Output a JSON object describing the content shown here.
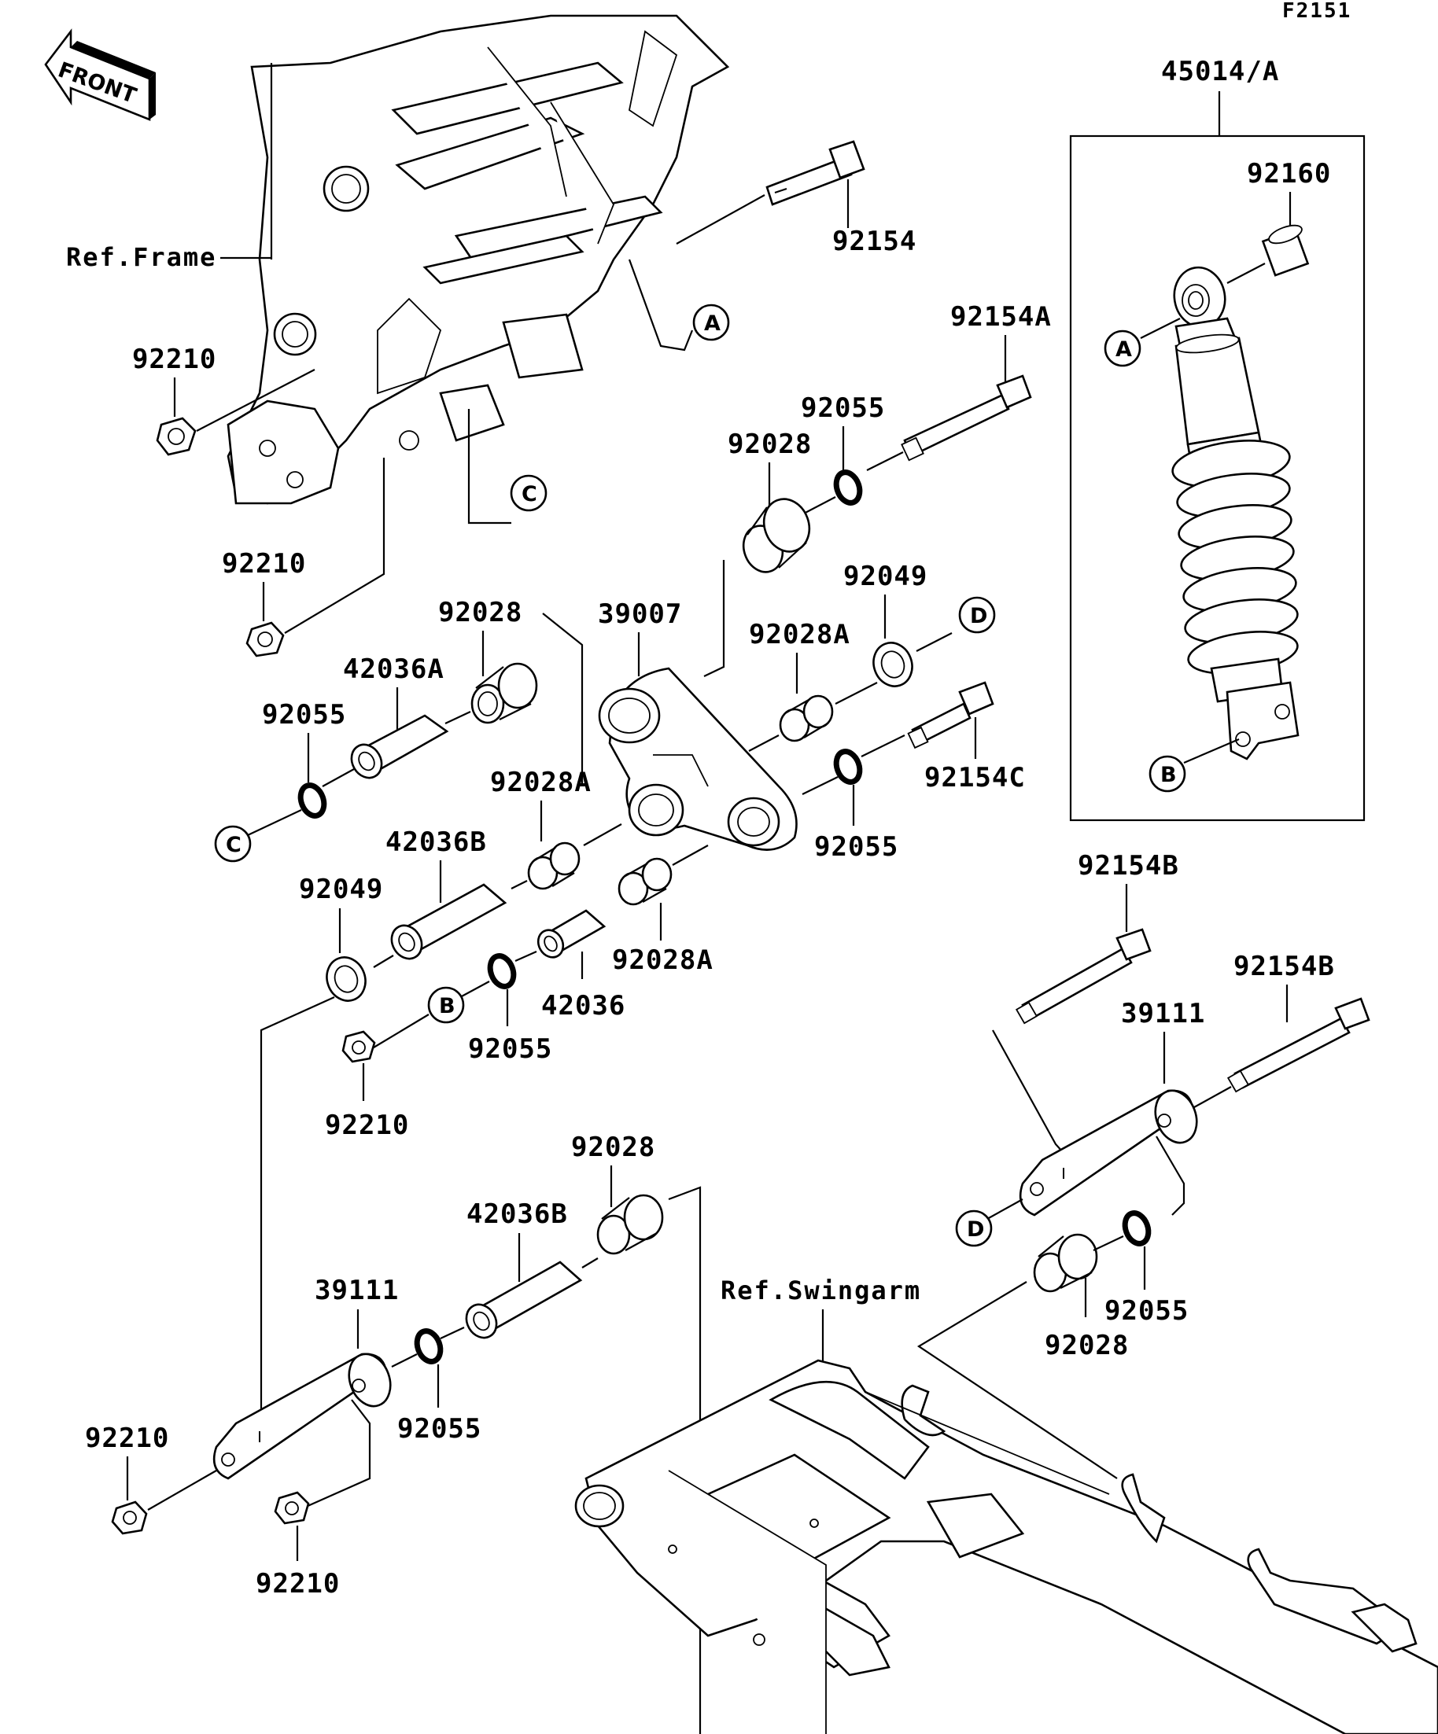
{
  "figure_code": "F2151",
  "front_label": "FRONT",
  "ref_frame": "Ref.Frame",
  "ref_swingarm": "Ref.Swingarm",
  "assembly_label": "45014/A",
  "parts": {
    "p92154": "92154",
    "p92154A": "92154A",
    "p92154B_1": "92154B",
    "p92154B_2": "92154B",
    "p92154C": "92154C",
    "p92160": "92160",
    "p92210_1": "92210",
    "p92210_2": "92210",
    "p92210_3": "92210",
    "p92210_4": "92210",
    "p92210_5": "92210",
    "p92055_1": "92055",
    "p92055_2": "92055",
    "p92055_3": "92055",
    "p92055_4": "92055",
    "p92055_5": "92055",
    "p92055_6": "92055",
    "p92028_1": "92028",
    "p92028_2": "92028",
    "p92028_3": "92028",
    "p92028_4": "92028",
    "p92028A_1": "92028A",
    "p92028A_2": "92028A",
    "p92028A_3": "92028A",
    "p92049_1": "92049",
    "p92049_2": "92049",
    "p39007": "39007",
    "p39111_1": "39111",
    "p39111_2": "39111",
    "p42036": "42036",
    "p42036A": "42036A",
    "p42036B_1": "42036B",
    "p42036B_2": "42036B"
  },
  "callouts": {
    "a1": "A",
    "a2": "A",
    "b1": "B",
    "b2": "B",
    "c1": "C",
    "c2": "C",
    "d1": "D",
    "d2": "D"
  }
}
